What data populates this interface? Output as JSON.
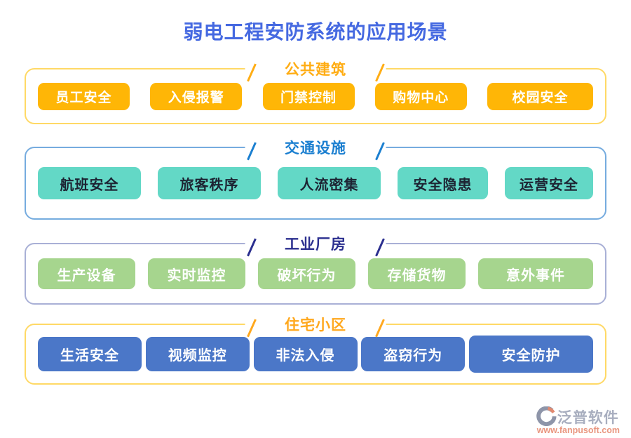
{
  "page": {
    "title": "弱电工程安防系统的应用场景",
    "title_color": "#4569E1"
  },
  "sections": [
    {
      "label": "公共建筑",
      "header_color": "#FFAD14",
      "border_color": "#FFD966",
      "button_bg": "#FFB606",
      "button_color": "#FFFFFF",
      "items": [
        "员工安全",
        "入侵报警",
        "门禁控制",
        "购物中心",
        "校园安全"
      ]
    },
    {
      "label": "交通设施",
      "header_color": "#1B7FD0",
      "border_color": "#76ACDF",
      "button_bg": "#63D8C6",
      "button_color": "#1D2433",
      "items": [
        "航班安全",
        "旅客秩序",
        "人流密集",
        "安全隐患",
        "运营安全"
      ]
    },
    {
      "label": "工业厂房",
      "header_color": "#2B2F8F",
      "border_color": "#A9B0D6",
      "button_bg": "#A6D58E",
      "button_color": "#FFFFFF",
      "items": [
        "生产设备",
        "实时监控",
        "破坏行为",
        "存储货物",
        "意外事件"
      ]
    },
    {
      "label": "住宅小区",
      "header_color": "#FFA81E",
      "border_color": "#FFD966",
      "button_bg": "#4B77C8",
      "button_color": "#FFFFFF",
      "items": [
        "生活安全",
        "视频监控",
        "非法入侵",
        "盗窃行为",
        "安全防护"
      ]
    }
  ],
  "footer": {
    "brand": "泛普软件",
    "url": "www.fanpusoft.com",
    "icon": "fanpu-logo",
    "icon_gray": "#8E95A9",
    "icon_orange": "#E28A70"
  }
}
